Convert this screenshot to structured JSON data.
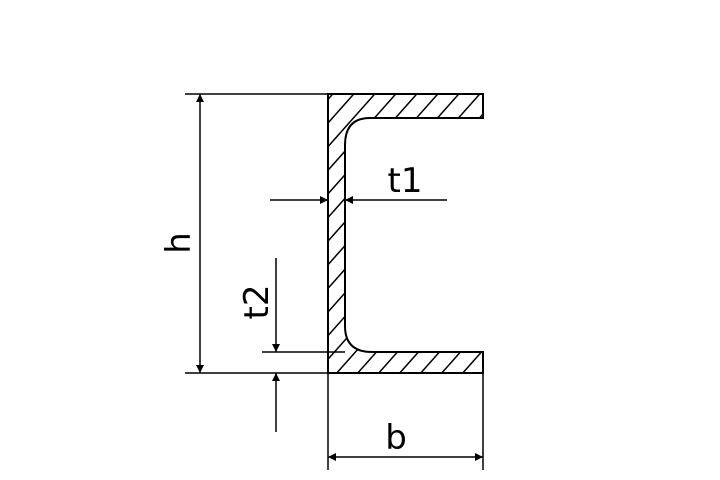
{
  "diagram": {
    "labels": {
      "height": "h",
      "width": "b",
      "web_thickness": "t1",
      "flange_thickness": "t2"
    },
    "colors": {
      "line": "#000000",
      "background": "#ffffff"
    }
  }
}
